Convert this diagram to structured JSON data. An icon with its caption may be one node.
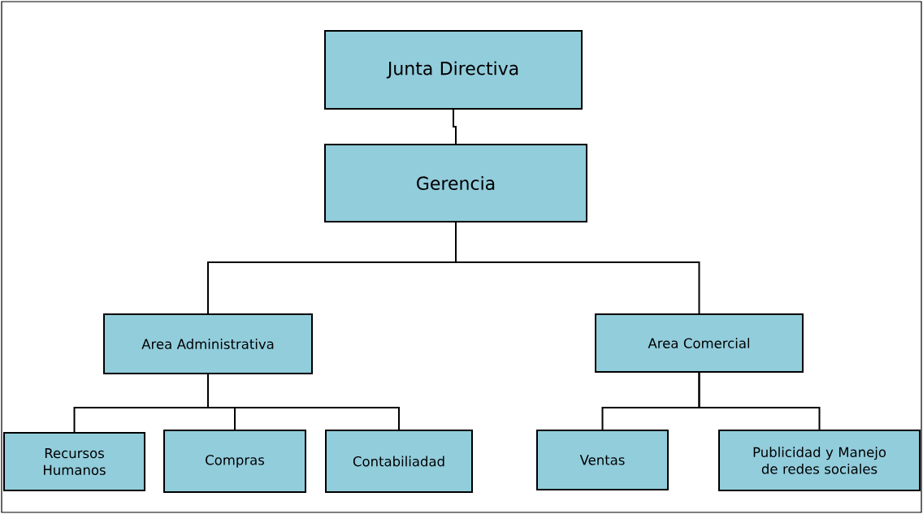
{
  "diagram": {
    "nodes": [
      {
        "text": [
          "Junta Directiva"
        ]
      },
      {
        "text": [
          "Gerencia"
        ]
      },
      {
        "text": [
          "Area Administrativa"
        ]
      },
      {
        "text": [
          "Area Comercial"
        ]
      },
      {
        "text": [
          "Recursos Humanos"
        ]
      },
      {
        "text": [
          "Compras"
        ]
      },
      {
        "text": [
          "Contabiliadad"
        ]
      },
      {
        "text": [
          "Ventas"
        ]
      },
      {
        "text": [
          "Publicidad y Manejo de redes sociales"
        ]
      }
    ],
    "edges": [
      {
        "from": 0,
        "to": 1,
        "arrow": "none"
      },
      {
        "from": 1,
        "to": 2,
        "arrow": "none"
      },
      {
        "from": 1,
        "to": 3,
        "arrow": "none"
      },
      {
        "from": 2,
        "to": 4,
        "arrow": "none"
      },
      {
        "from": 2,
        "to": 5,
        "arrow": "none"
      },
      {
        "from": 2,
        "to": 6,
        "arrow": "none"
      },
      {
        "from": 3,
        "to": 7,
        "arrow": "none"
      },
      {
        "from": 3,
        "to": 8,
        "arrow": "none"
      }
    ]
  }
}
